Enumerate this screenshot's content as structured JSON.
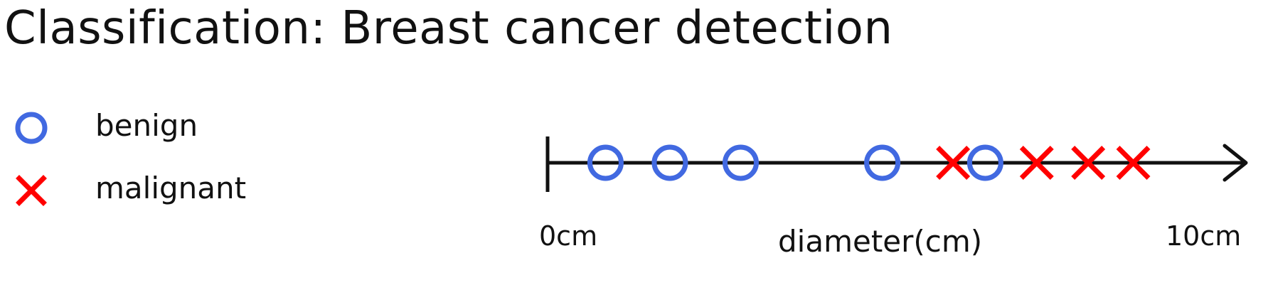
{
  "title": "Classification: Breast cancer detection",
  "legend": {
    "benign": {
      "label": "benign",
      "color": "#4169e1",
      "marker": "circle"
    },
    "malignant": {
      "label": "malignant",
      "color": "#ff0000",
      "marker": "x"
    }
  },
  "chart_data": {
    "type": "scatter",
    "title": "Classification: Breast cancer detection",
    "xlabel": "diameter(cm)",
    "xlim": [
      0,
      10
    ],
    "tick_labels": [
      "0cm",
      "10cm"
    ],
    "grid": false,
    "legend_position": "left",
    "series": [
      {
        "name": "benign",
        "color": "#4169e1",
        "marker": "circle",
        "x": [
          0.9,
          1.9,
          3.0,
          5.2,
          6.8
        ]
      },
      {
        "name": "malignant",
        "color": "#ff0000",
        "marker": "x",
        "x": [
          6.3,
          7.6,
          8.4,
          9.1
        ]
      }
    ]
  }
}
